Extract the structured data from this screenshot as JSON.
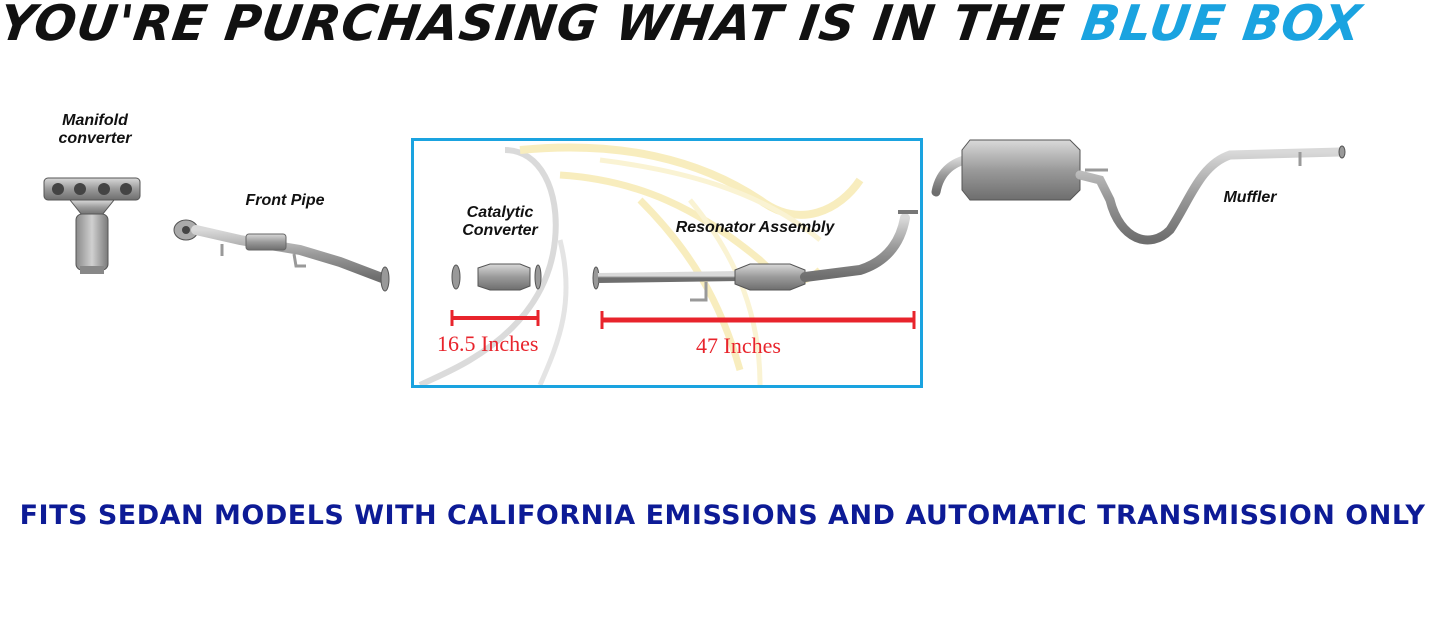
{
  "headline": {
    "part1": "YOU'RE PURCHASING WHAT IS IN THE ",
    "part2": "BLUE BOX"
  },
  "parts": {
    "manifold": {
      "line1": "Manifold",
      "line2": "converter"
    },
    "front_pipe": "Front Pipe",
    "catalytic": {
      "line1": "Catalytic",
      "line2": "Converter"
    },
    "resonator": "Resonator Assembly",
    "muffler": "Muffler"
  },
  "measurements": {
    "catalytic": "16.5 Inches",
    "resonator": "47 Inches"
  },
  "footer": "FITS SEDAN MODELS WITH CALIFORNIA EMISSIONS AND AUTOMATIC TRANSMISSION ONLY",
  "colors": {
    "accent_blue": "#1aa3e0",
    "measure_red": "#e8242c",
    "footer_navy": "#0d1b96"
  }
}
